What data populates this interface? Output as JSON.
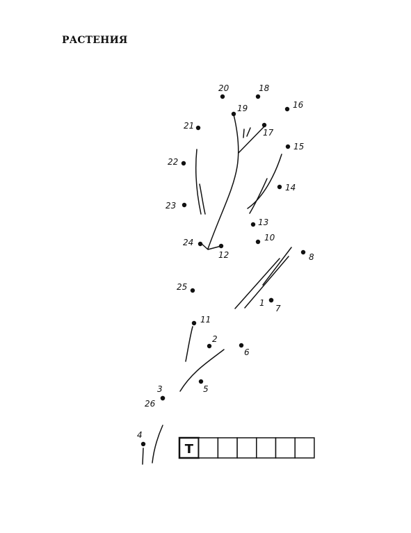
{
  "title": "РАСТЕНИЯ",
  "points": [
    {
      "n": "1"
    },
    {
      "n": "2"
    },
    {
      "n": "3"
    },
    {
      "n": "4"
    },
    {
      "n": "5"
    },
    {
      "n": "6"
    },
    {
      "n": "7"
    },
    {
      "n": "8"
    },
    {
      "n": "10"
    },
    {
      "n": "11"
    },
    {
      "n": "12"
    },
    {
      "n": "13"
    },
    {
      "n": "14"
    },
    {
      "n": "15"
    },
    {
      "n": "16"
    },
    {
      "n": "17"
    },
    {
      "n": "18"
    },
    {
      "n": "19"
    },
    {
      "n": "20"
    },
    {
      "n": "21"
    },
    {
      "n": "22"
    },
    {
      "n": "23"
    },
    {
      "n": "24"
    },
    {
      "n": "25"
    },
    {
      "n": "26"
    }
  ],
  "answer_cells": [
    "Т",
    "",
    "",
    "",
    "",
    "",
    ""
  ]
}
